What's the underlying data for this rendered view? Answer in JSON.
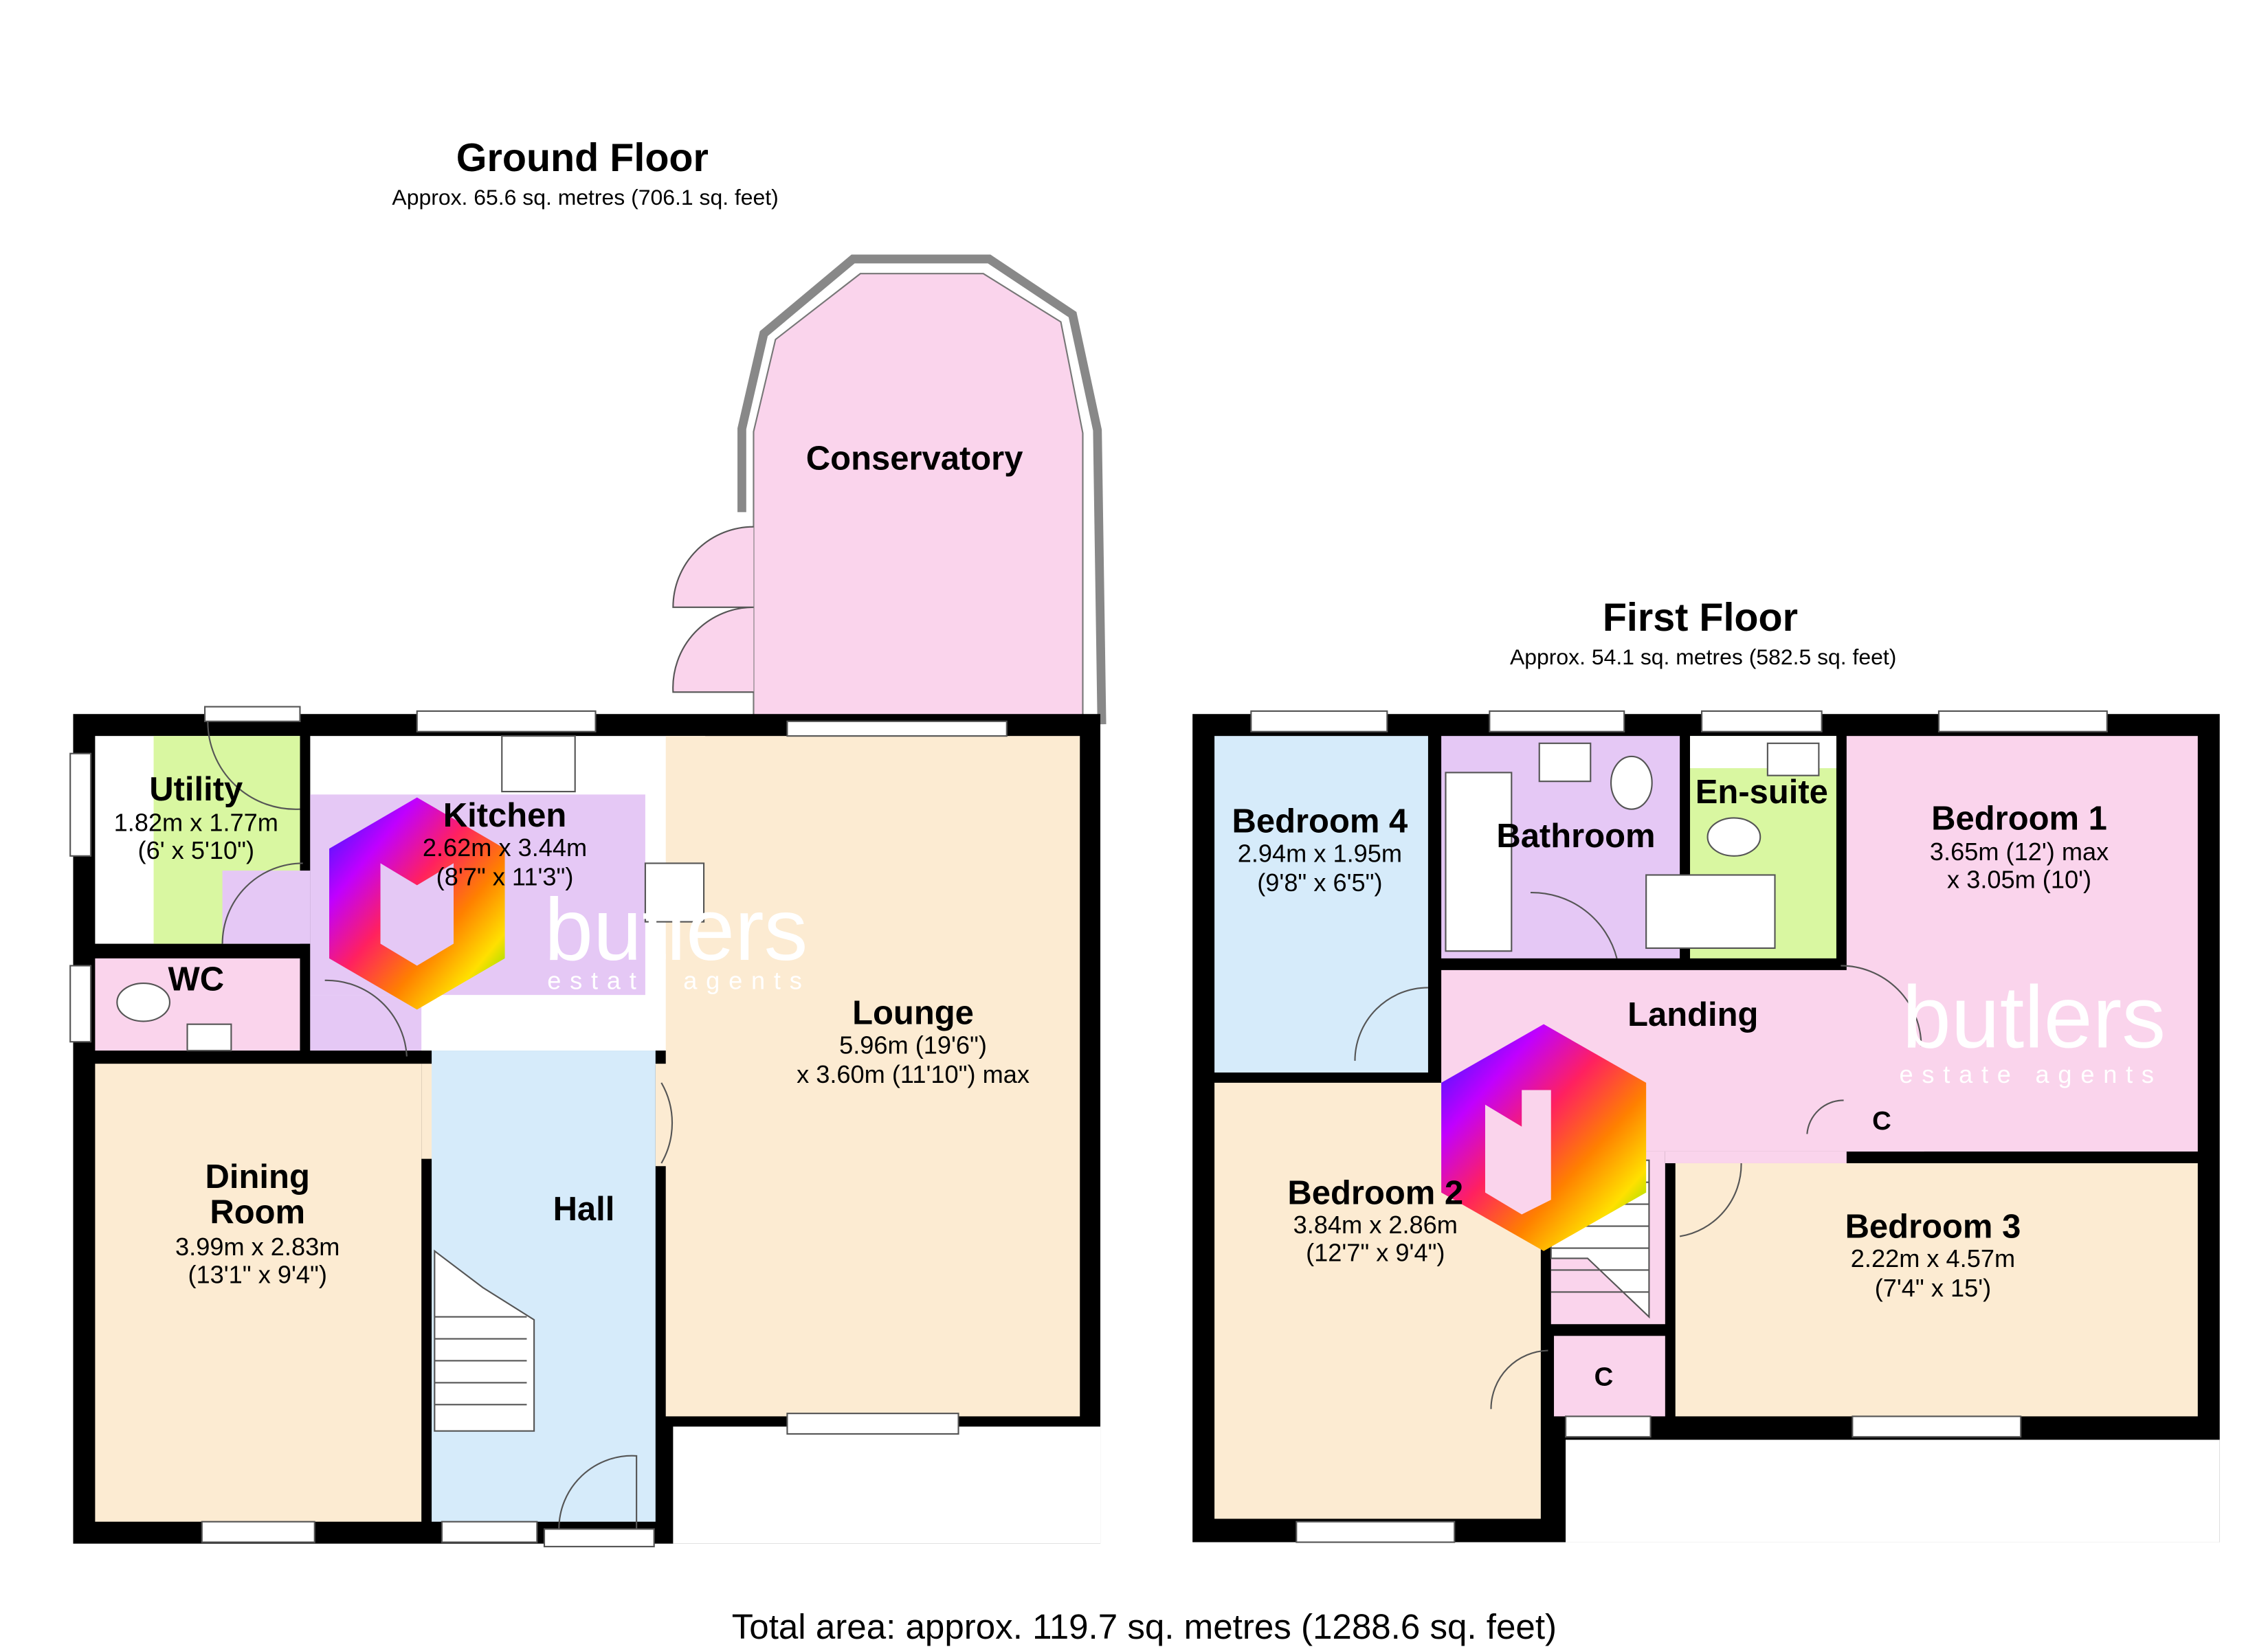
{
  "ground_floor": {
    "title": "Ground Floor",
    "area": "Approx. 65.6 sq. metres (706.1 sq. feet)",
    "rooms": {
      "conservatory": {
        "name": "Conservatory"
      },
      "utility": {
        "name": "Utility",
        "dim_m": "1.82m x 1.77m",
        "dim_ft": "(6' x 5'10\")"
      },
      "kitchen": {
        "name": "Kitchen",
        "dim_m": "2.62m x 3.44m",
        "dim_ft": "(8'7\" x 11'3\")"
      },
      "wc": {
        "name": "WC"
      },
      "lounge": {
        "name": "Lounge",
        "dim_m": "5.96m (19'6\")",
        "dim_ft": "x 3.60m (11'10\") max"
      },
      "dining": {
        "name1": "Dining",
        "name2": "Room",
        "dim_m": "3.99m x 2.83m",
        "dim_ft": "(13'1\" x 9'4\")"
      },
      "hall": {
        "name": "Hall"
      }
    }
  },
  "first_floor": {
    "title": "First Floor",
    "area": "Approx. 54.1 sq. metres (582.5 sq. feet)",
    "rooms": {
      "bedroom4": {
        "name": "Bedroom 4",
        "dim_m": "2.94m x 1.95m",
        "dim_ft": "(9'8\" x 6'5\")"
      },
      "bathroom": {
        "name": "Bathroom"
      },
      "ensuite": {
        "name": "En-suite"
      },
      "bedroom1": {
        "name": "Bedroom 1",
        "dim_m": "3.65m (12') max",
        "dim_ft": "x 3.05m (10')"
      },
      "landing": {
        "name": "Landing"
      },
      "cupboard1": {
        "name": "C"
      },
      "cupboard2": {
        "name": "C"
      },
      "bedroom2": {
        "name": "Bedroom 2",
        "dim_m": "3.84m x 2.86m",
        "dim_ft": "(12'7\" x 9'4\")"
      },
      "bedroom3": {
        "name": "Bedroom 3",
        "dim_m": "2.22m x 4.57m",
        "dim_ft": "(7'4\" x 15')"
      }
    }
  },
  "watermark": {
    "brand": "butlers",
    "tagline": "estate agents"
  },
  "total_area": "Total area: approx. 119.7 sq. metres (1288.6 sq. feet)",
  "colors": {
    "pink": "#fad4ec",
    "green": "#d9f7a1",
    "purple": "#e5c8f5",
    "beige": "#fcebd2",
    "blue": "#d6ebfa",
    "wall": "#000000"
  }
}
